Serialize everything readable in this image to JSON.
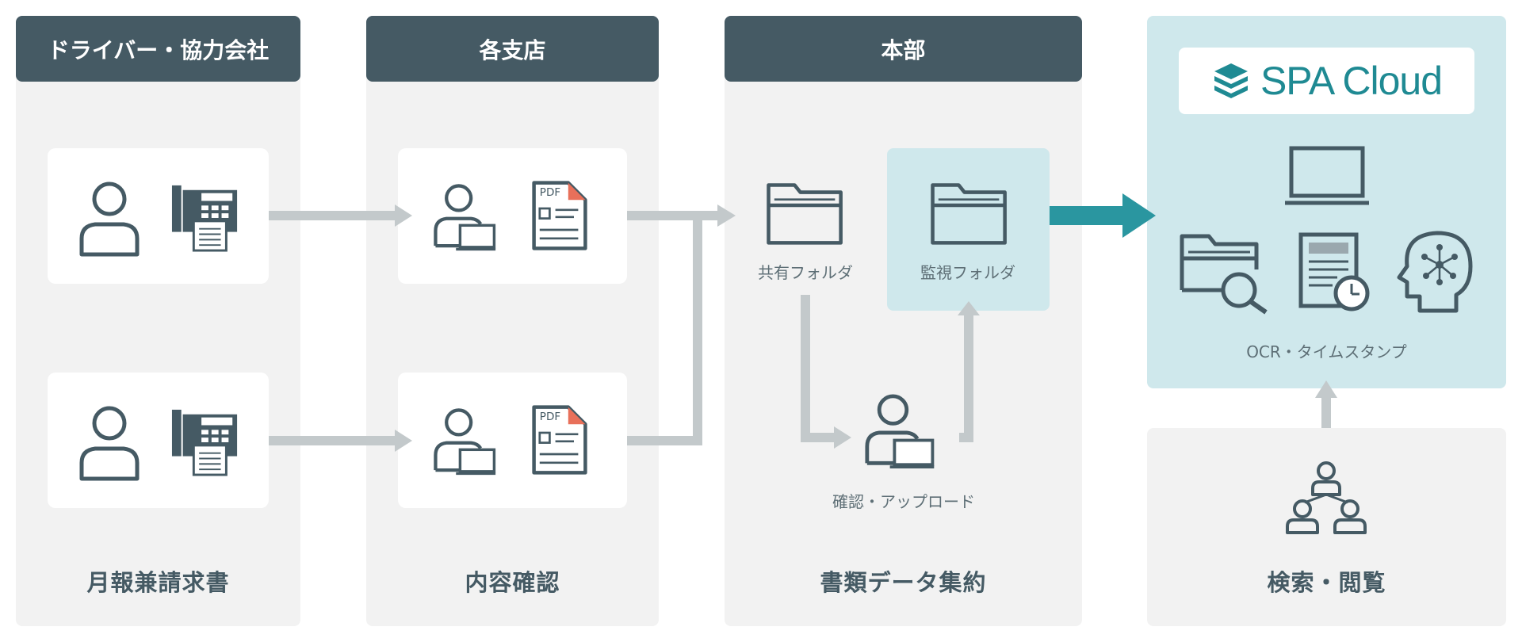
{
  "columns": {
    "drivers": {
      "header": "ドライバー・協力会社",
      "caption": "月報兼請求書"
    },
    "branches": {
      "header": "各支店",
      "caption": "内容確認"
    },
    "hq": {
      "header": "本部",
      "caption": "書類データ集約",
      "shared_folder_label": "共有フォルダ",
      "watch_folder_label": "監視フォルダ",
      "upload_label": "確認・アップロード"
    },
    "spa_cloud": {
      "logo_text": "SPA Cloud",
      "features_label": "OCR・タイムスタンプ"
    },
    "search": {
      "caption": "検索・閲覧"
    }
  },
  "colors": {
    "header_bg": "#455a64",
    "column_bg": "#f2f2f2",
    "cloud_bg": "#cfe8ec",
    "teal_accent": "#2a96a0",
    "arrow_gray": "#c3c9cb",
    "icon_stroke": "#455a64",
    "pdf_corner": "#e8705a"
  },
  "icons": {
    "person": "person-icon",
    "fax": "fax-icon",
    "pdf": "pdf-document-icon",
    "folder": "folder-icon",
    "laptop": "laptop-icon",
    "folder_search": "folder-search-icon",
    "document_clock": "document-timestamp-icon",
    "ai_head": "ai-head-icon",
    "org_chart": "org-chart-icon",
    "logo": "spa-cloud-logo-icon"
  }
}
